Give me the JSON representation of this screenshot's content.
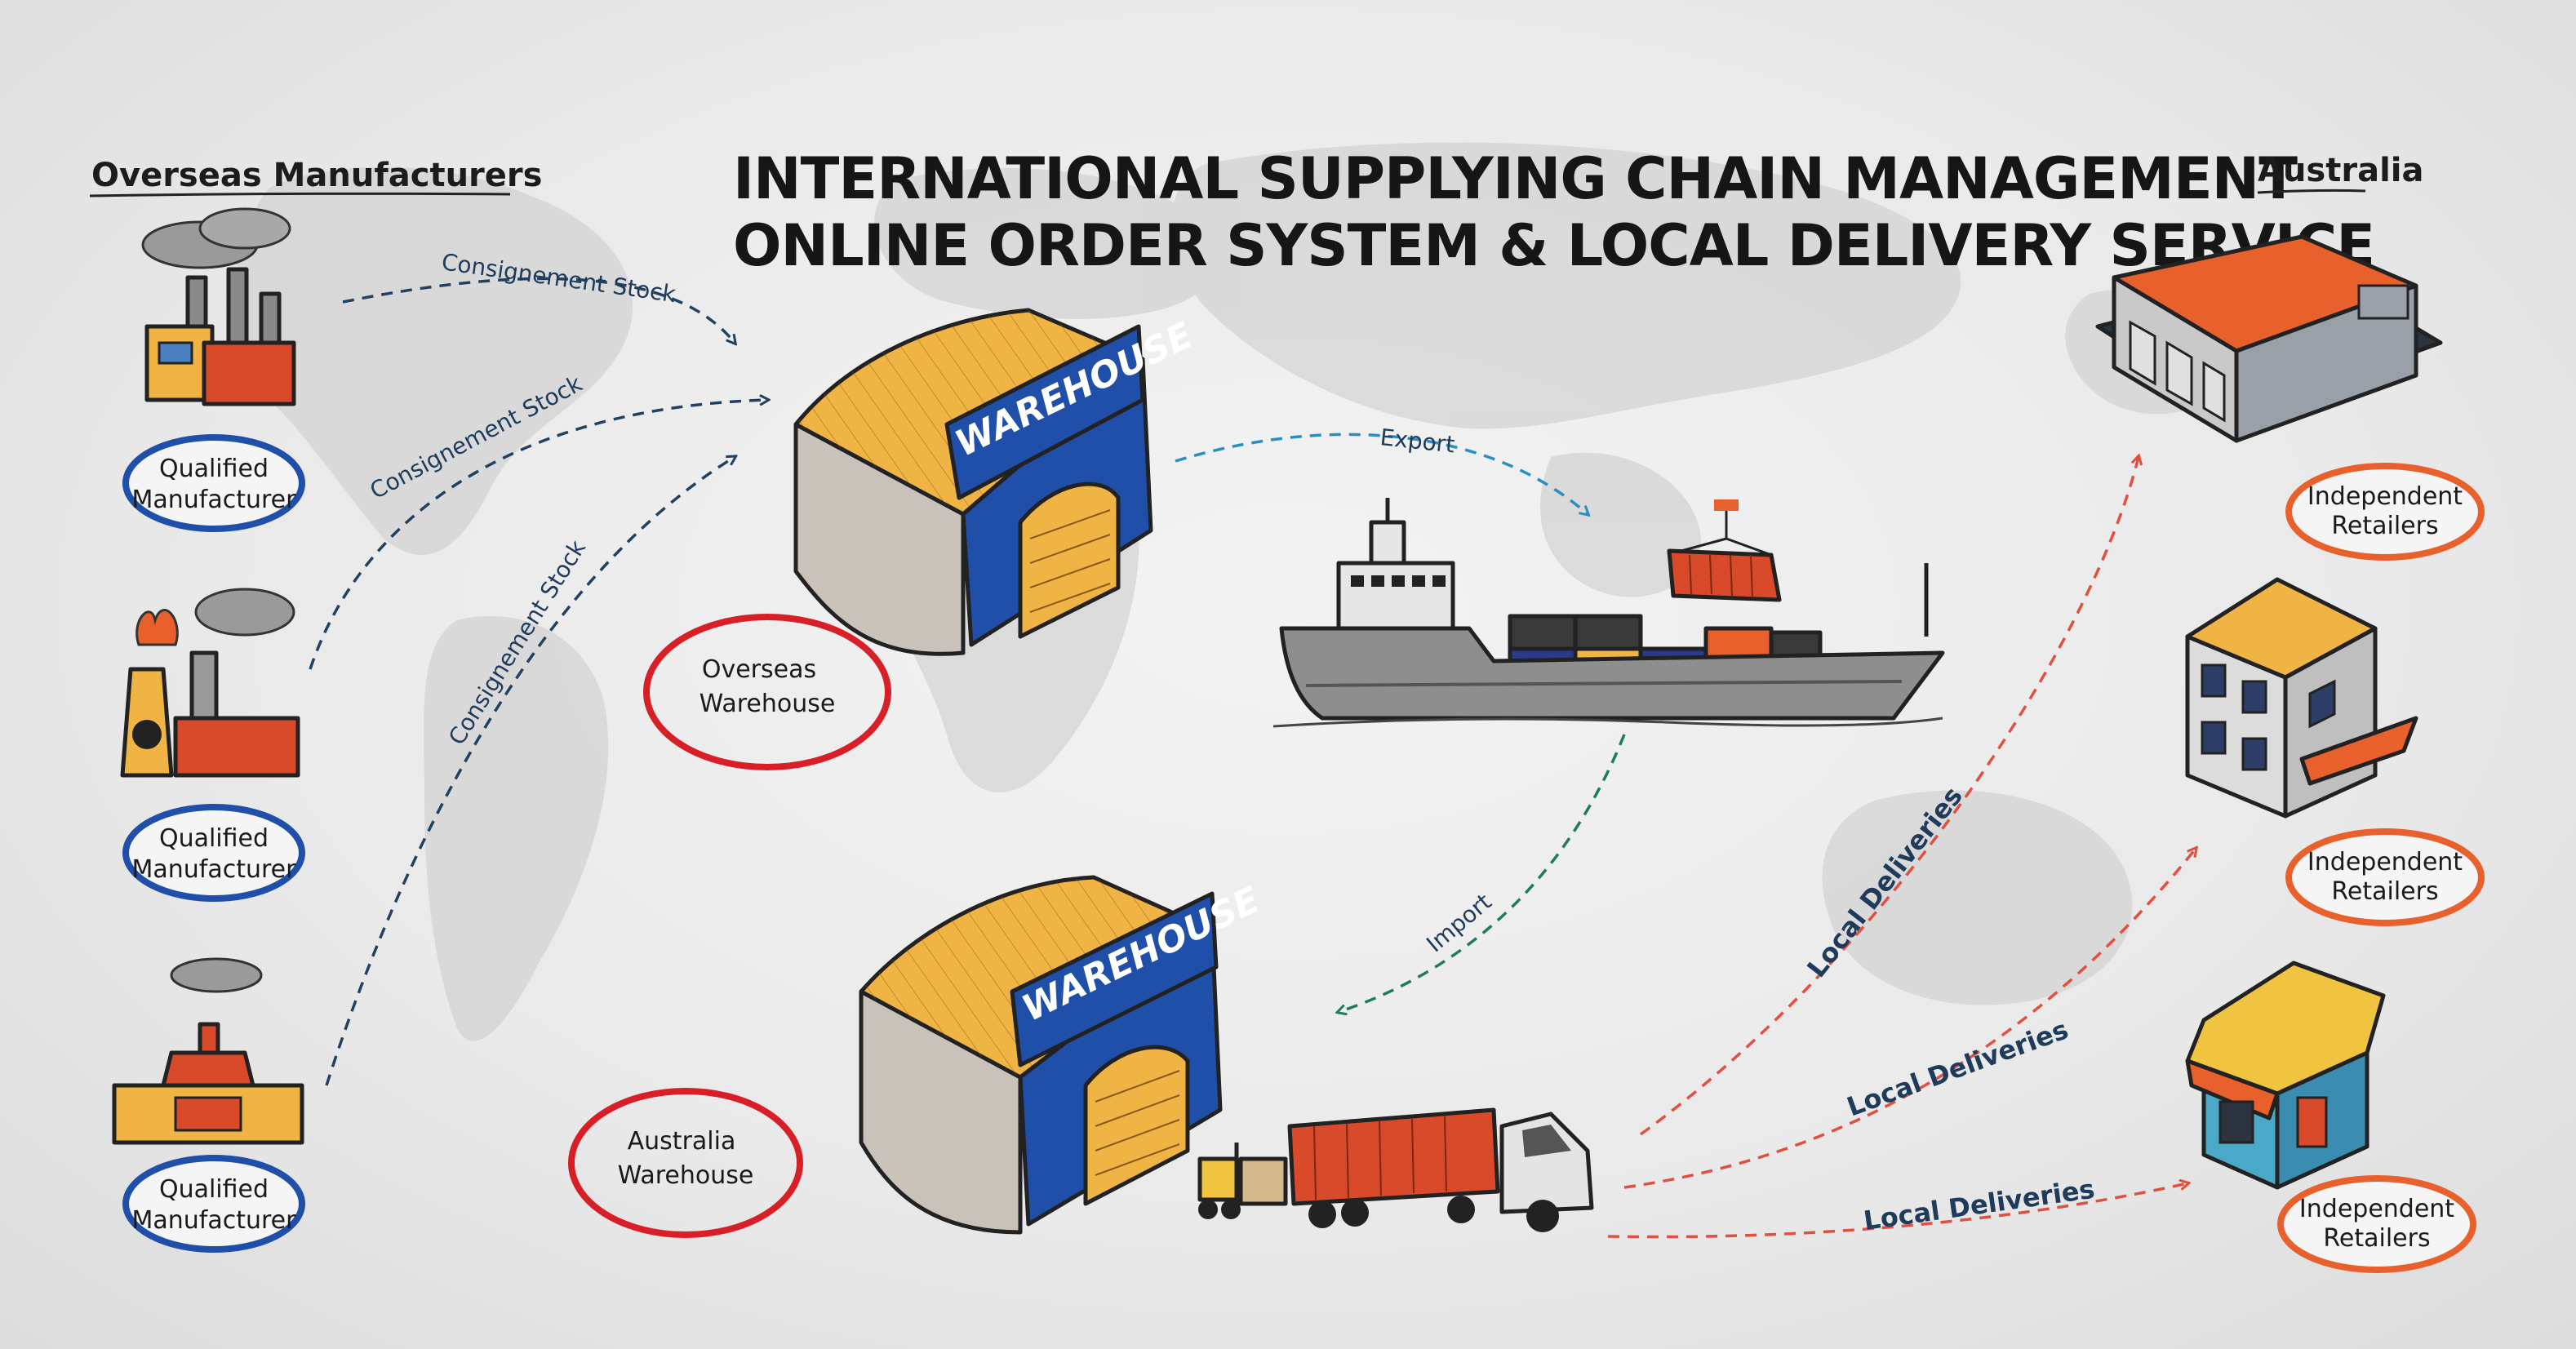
{
  "title": {
    "line1": "INTERNATIONAL SUPPLYING CHAIN MANAGEMENT",
    "line2": "ONLINE ORDER SYSTEM & LOCAL DELIVERY SERVICE"
  },
  "headers": {
    "left": "Overseas Manufacturers",
    "right": "Australia"
  },
  "manufacturers": [
    {
      "line1": "Qualified",
      "line2": "Manufacturer"
    },
    {
      "line1": "Qualified",
      "line2": "Manufacturer"
    },
    {
      "line1": "Qualified",
      "line2": "Manufacturer"
    }
  ],
  "routes": {
    "consignment": [
      "Consignement Stock",
      "Consignement Stock",
      "Consignement Stock"
    ],
    "export": "Export",
    "import": "Import",
    "local": [
      "Local Deliveries",
      "Local Deliveries",
      "Local Deliveries"
    ]
  },
  "warehouses": {
    "overseas": {
      "sign": "WAREHOUSE",
      "line1": "Overseas",
      "line2": "Warehouse"
    },
    "australia": {
      "sign": "WAREHOUSE",
      "line1": "Australia",
      "line2": "Warehouse"
    }
  },
  "retailers": [
    {
      "line1": "Independent",
      "line2": "Retailers"
    },
    {
      "line1": "Independent",
      "line2": "Retailers"
    },
    {
      "line1": "Independent",
      "line2": "Retailers"
    }
  ],
  "colors": {
    "blue_oval": "#1f4fa8",
    "red_oval": "#d81e26",
    "orange_oval": "#e8602c",
    "warehouse_blue": "#1f4fa8",
    "roof_yellow": "#f0b445",
    "route_blue": "#2a8fc0",
    "route_green": "#1f7a5e",
    "route_red": "#e05040",
    "route_navy": "#22405f"
  },
  "icons": [
    "factory-icon",
    "warehouse-icon",
    "cargo-ship-icon",
    "container-icon",
    "truck-icon",
    "forklift-icon",
    "retail-store-icon",
    "world-map-background"
  ]
}
